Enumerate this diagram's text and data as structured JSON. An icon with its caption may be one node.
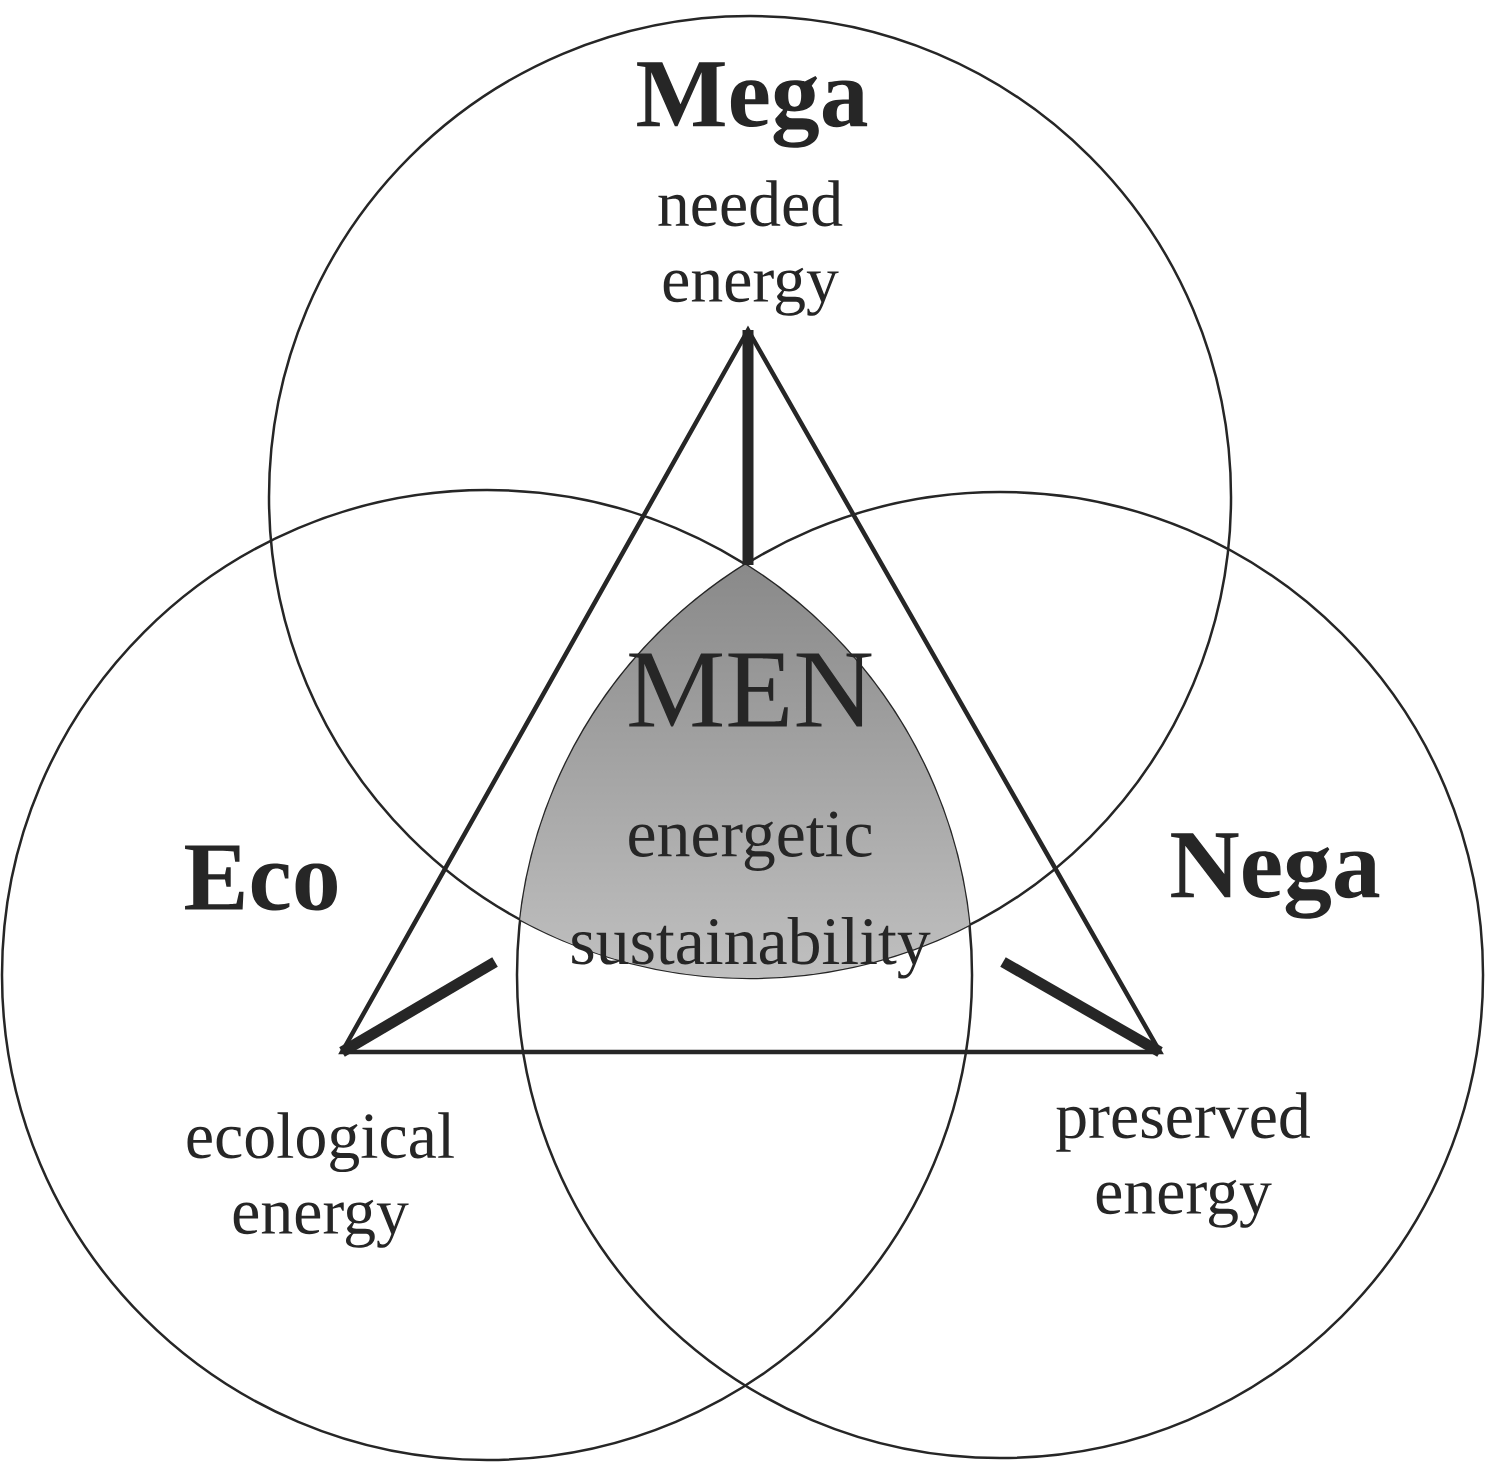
{
  "diagram": {
    "nodes": [
      {
        "text": [
          "Mega",
          "needed energy"
        ]
      },
      {
        "text": [
          "Eco",
          "ecological energy"
        ]
      },
      {
        "text": [
          "Nega",
          "preserved energy"
        ]
      },
      {
        "text": [
          "MEN",
          "energetic sustainability"
        ]
      }
    ]
  }
}
